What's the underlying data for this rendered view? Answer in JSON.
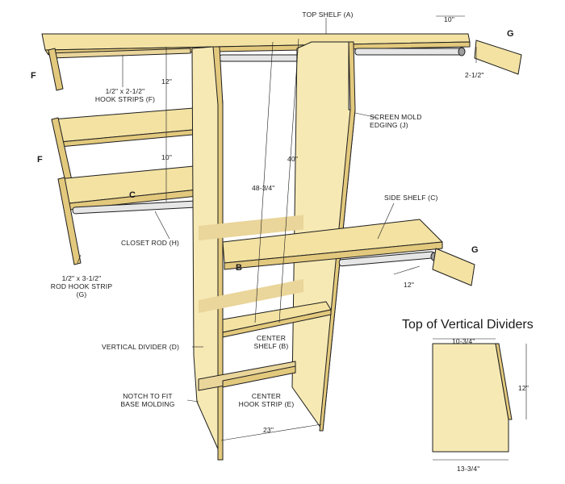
{
  "labels": {
    "top_shelf": "TOP SHELF (A)",
    "hook_strips_f_1": "1/2\" x 2-1/2\"",
    "hook_strips_f_2": "HOOK STRIPS (F)",
    "screen_mold_1": "SCREEN MOLD",
    "screen_mold_2": "EDGING (J)",
    "side_shelf": "SIDE SHELF (C)",
    "closet_rod": "CLOSET ROD (H)",
    "rod_hook_strip_1": "1/2\" x 3-1/2\"",
    "rod_hook_strip_2": "ROD HOOK STRIP (G)",
    "vertical_divider": "VERTICAL DIVIDER (D)",
    "notch_1": "NOTCH TO FIT",
    "notch_2": "BASE MOLDING",
    "center_shelf_1": "CENTER",
    "center_shelf_2": "SHELF (B)",
    "center_hook_1": "CENTER",
    "center_hook_2": "HOOK STRIP (E)"
  },
  "part_letters": {
    "f_top": "F",
    "f_mid": "F",
    "g_top": "G",
    "g_right": "G",
    "c": "C",
    "b": "B"
  },
  "dimensions": {
    "top_10": "10\"",
    "right_2_5": "2-1/2\"",
    "left_12": "12\"",
    "left_10": "10\"",
    "center_48": "48-3/4\"",
    "center_40": "40\"",
    "side_12": "12\"",
    "bottom_23": "23\""
  },
  "inset": {
    "title": "Top of Vertical Dividers",
    "top_width": "10-3/4\"",
    "height": "12\"",
    "bottom_width": "13-3/4\""
  },
  "colors": {
    "wood_face": "#f6e9b4",
    "wood_top": "#f3e2a2",
    "wood_edge": "#e3c97d",
    "wood_dark": "#cdb164",
    "strip": "#ead59a",
    "rod": "#e6e6e6",
    "rod_shadow": "#9e9e9e",
    "line": "#1e1e1e"
  }
}
